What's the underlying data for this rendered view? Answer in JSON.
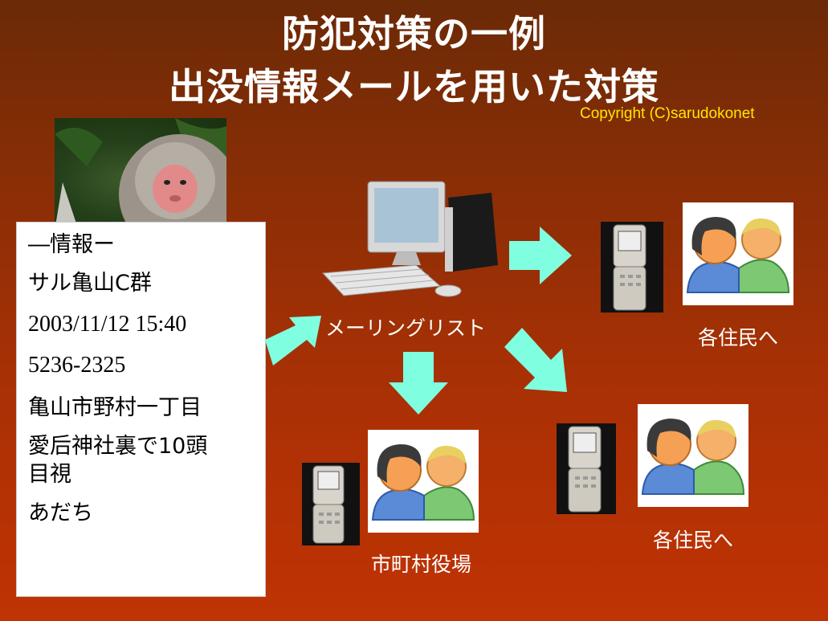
{
  "title_line1": "防犯対策の一例",
  "title_line2": "出没情報メールを用いた対策",
  "copyright": "Copyright (C)sarudokonet",
  "info": {
    "heading": "―情報ー",
    "group": "サル亀山C群",
    "datetime": "2003/11/12 15:40",
    "code": "5236-2325",
    "address": "亀山市野村一丁目",
    "detail_line1": "愛后神社裏で10頭",
    "detail_line2": "目視",
    "reporter": "あだち"
  },
  "mailing_list": "メーリングリスト",
  "residents_1": "各住民へ",
  "residents_2": "各住民へ",
  "city_office": "市町村役場",
  "colors": {
    "arrow": "#80ffe0",
    "title": "#ffffff",
    "copyright": "#ffe600"
  },
  "icons": [
    "monkey-photo",
    "computer-icon",
    "phone-icon",
    "people-icon",
    "arrow-icon"
  ]
}
